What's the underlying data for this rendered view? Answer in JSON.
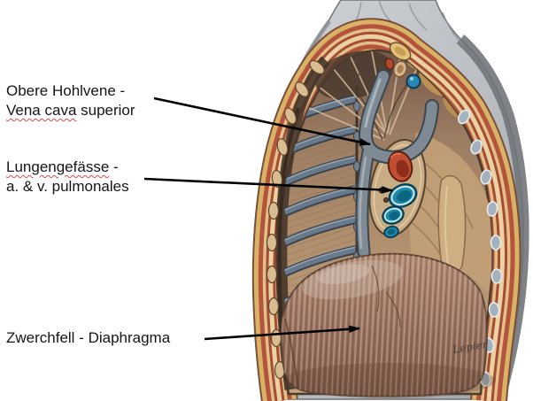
{
  "figure": {
    "labels": {
      "svc": {
        "line1": "Obere Hohlvene -",
        "line2_misspelled": "Vena cava",
        "line2_rest": " superior"
      },
      "pulmonary": {
        "line1_misspelled": "Lungengefässe",
        "line1_rest": " -",
        "line2": "a. & v. pulmonales"
      },
      "diaphragm": {
        "text": "Zwerchfell - Diaphragma"
      }
    },
    "signature": "Lepier",
    "colors": {
      "background": "#ffffff",
      "skin_gray": "#c0c3c7",
      "fat_yellow": "#d9b266",
      "muscle_red": "#b5543c",
      "rib_tan": "#d9bd90",
      "rib_blue_gray": "#a3b2bc",
      "interior_tan": "#b3926f",
      "rib_slate": "#67798a",
      "vein_gray": "#7e8a94",
      "pulmonary_artery_red": "#c04e32",
      "pulmonary_vein_teal": "#1f89a8",
      "diaphragm_brown": "#9a7362",
      "label_text": "#151515",
      "squiggle_red": "#e04b4b",
      "arrow_black": "#000000"
    }
  }
}
